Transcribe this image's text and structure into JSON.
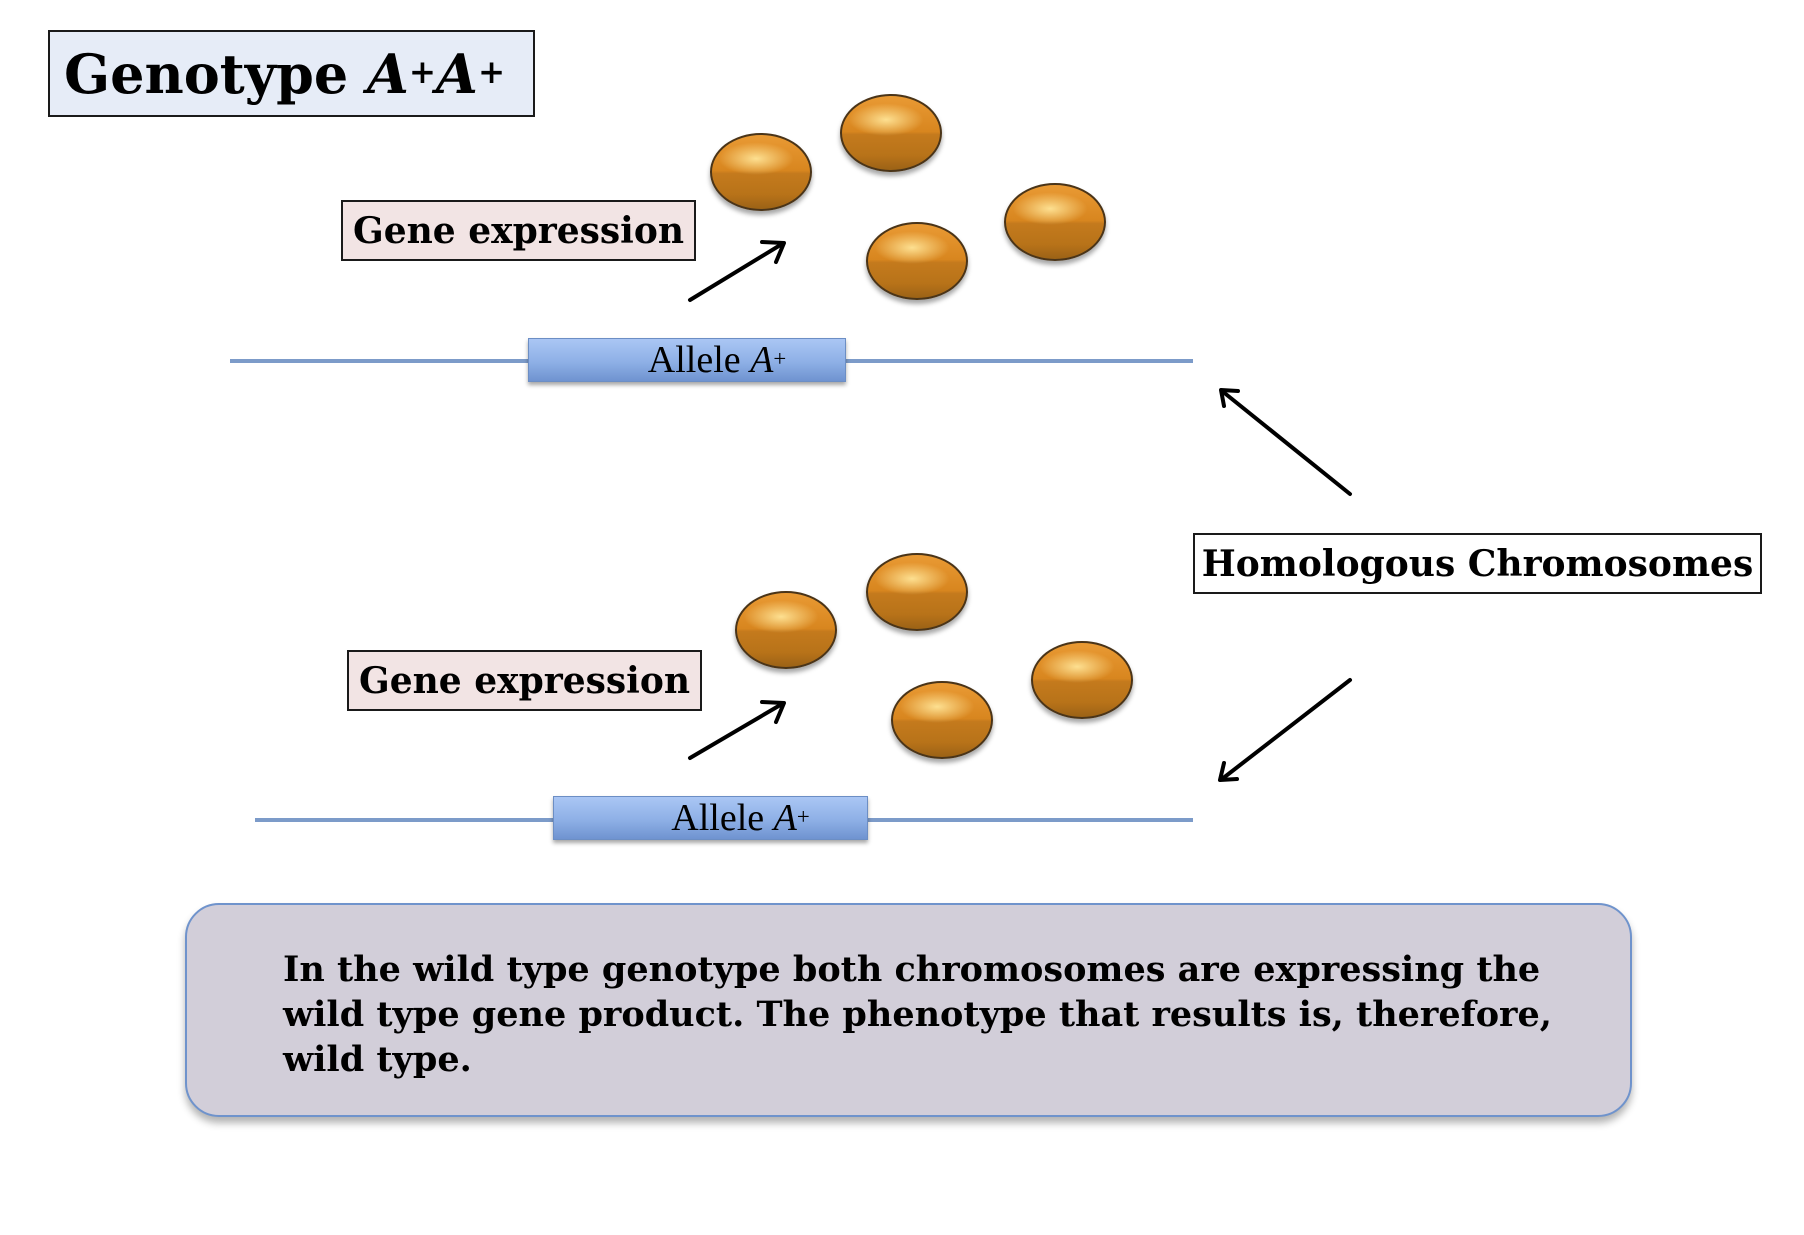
{
  "title": {
    "prefix": "Genotype",
    "allele1": "A",
    "sup1": "+",
    "allele2": "A",
    "sup2": "+"
  },
  "homologous_label": "Homologous Chromosomes",
  "chromosomes": [
    {
      "expression_label": "Gene expression",
      "allele_word": "Allele",
      "allele_symbol": "A",
      "allele_sup": "+",
      "protein_count": 4
    },
    {
      "expression_label": "Gene expression",
      "allele_word": "Allele",
      "allele_symbol": "A",
      "allele_sup": "+",
      "protein_count": 4
    }
  ],
  "summary": {
    "lines": [
      "In the wild type genotype both chromosomes are expressing the",
      "wild type gene product. The phenotype that results is, therefore,",
      "wild type."
    ]
  },
  "colors": {
    "title_fill": "#e6ecf7",
    "label_fill": "#f2e4e4",
    "chromosome_line": "#7c9bc9",
    "allele_fill": "#8eb0e6",
    "protein": "#d8861f",
    "summary_fill": "#d2ced9",
    "summary_border": "#6f93cc"
  }
}
